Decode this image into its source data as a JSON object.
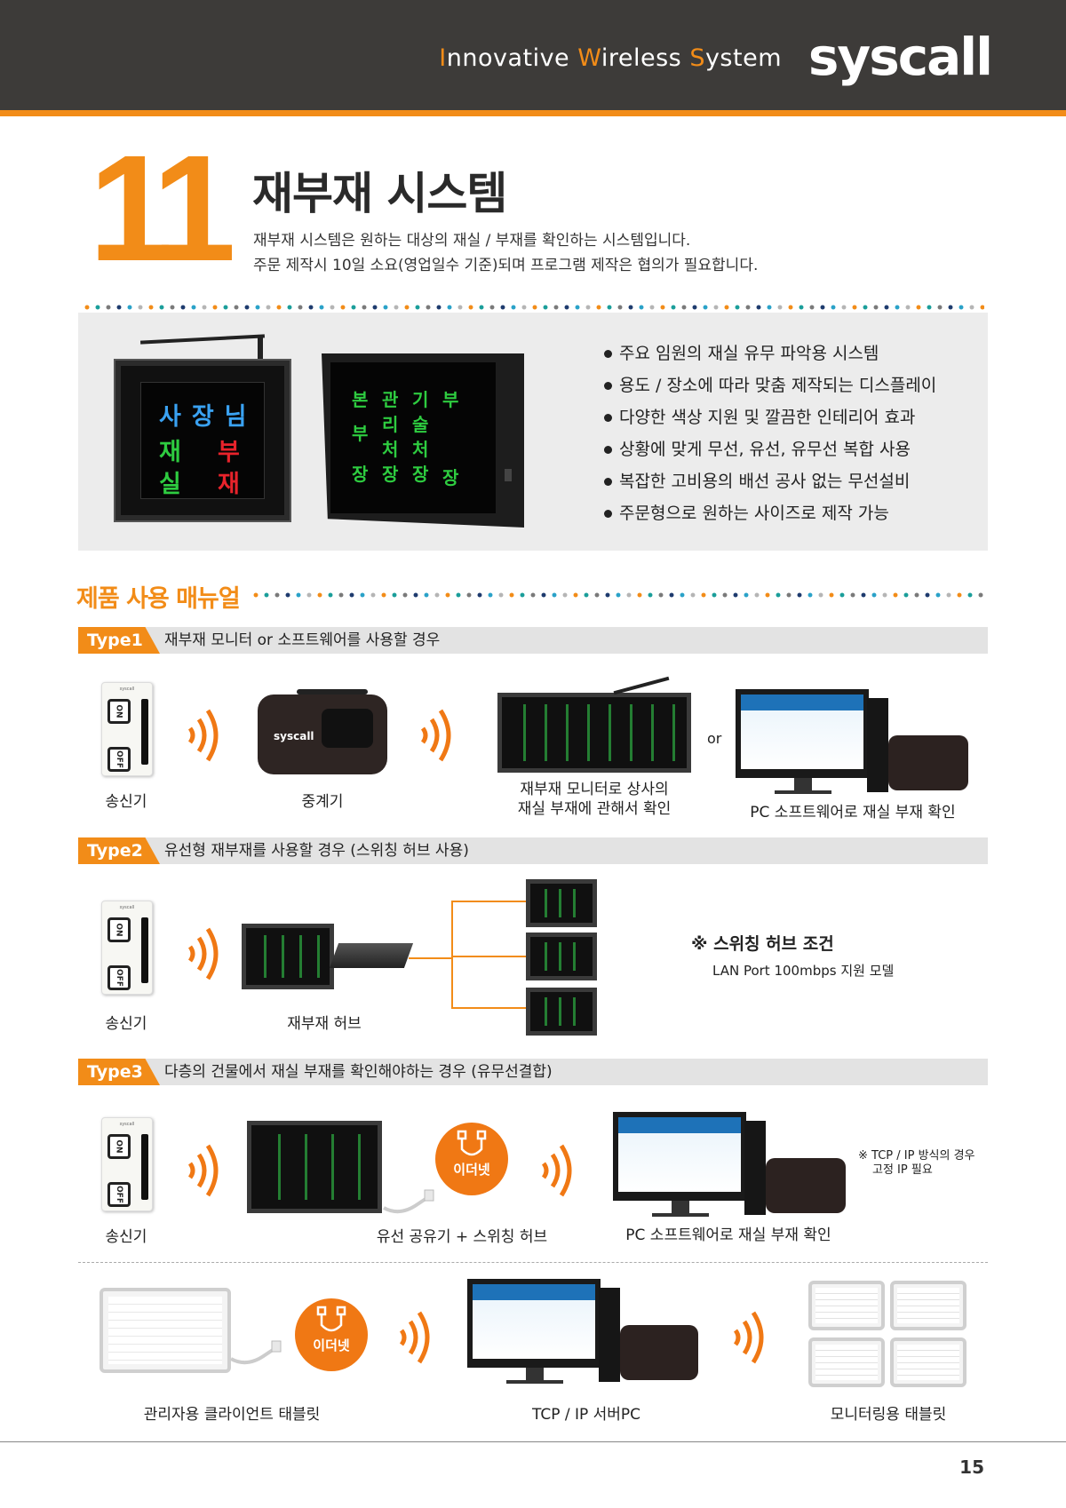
{
  "header": {
    "tagline_parts": [
      "I",
      "nnovative ",
      "W",
      "ireless  ",
      "S",
      "ystem"
    ],
    "logo": "syscall"
  },
  "section": {
    "number": "11",
    "title": "재부재 시스템",
    "desc_line1": "재부재 시스템은 원하는 대상의 재실 / 부재를 확인하는 시스템입니다.",
    "desc_line2": "주문 제작시 10일 소요(영업일수 기준)되며 프로그램 제작은 협의가 필요합니다."
  },
  "device1_text": {
    "row1": "사장님",
    "row2a": "재",
    "row2b": "부",
    "row3a": "실",
    "row3b": "재"
  },
  "device2_text": {
    "col1": [
      "본",
      "부",
      "장"
    ],
    "col2": [
      "관",
      "리",
      "처",
      "장"
    ],
    "col3": [
      "기",
      "술",
      "처",
      "장"
    ],
    "col4": [
      "부",
      "장"
    ]
  },
  "features": [
    "주요 임원의 재실 유무 파악용 시스템",
    "용도 / 장소에 따라 맞춤 제작되는 디스플레이",
    "다양한 색상 지원 및 깔끔한 인테리어 효과",
    "상황에 맞게 무선, 유선, 유무선 복합 사용",
    "복잡한 고비용의 배선 공사 없는 무선설비",
    "주문형으로 원하는 사이즈로 제작 가능"
  ],
  "manual": {
    "title": "제품 사용 매뉴얼"
  },
  "type1": {
    "tag": "Type1",
    "text": "재부재 모니터 or 소프트웨어를 사용할 경우",
    "cap_transmitter": "송신기",
    "cap_relay": "중계기",
    "cap_monitor_l1": "재부재 모니터로 상사의",
    "cap_monitor_l2": "재실 부재에 관해서 확인",
    "or": "or",
    "cap_pc": "PC 소프트웨어로 재실 부재 확인"
  },
  "type2": {
    "tag": "Type2",
    "text": "유선형 재부재를 사용할 경우 (스위칭 허브 사용)",
    "cap_transmitter": "송신기",
    "cap_hub": "재부재 허브",
    "note_title": "※ 스위칭 허브 조건",
    "note_text": "LAN Port 100mbps 지원 모델"
  },
  "type3": {
    "tag": "Type3",
    "text": "다층의 건물에서 재실 부재를 확인해야하는 경우 (유무선결합)",
    "cap_transmitter": "송신기",
    "ether": "이더넷",
    "cap_wired": "유선 공유기 + 스위칭 허브",
    "cap_pc": "PC 소프트웨어로 재실 부재 확인",
    "note_l1": "※ TCP / IP 방식의 경우",
    "note_l2": "고정 IP 필요"
  },
  "bottom": {
    "ether": "이더넷",
    "cap_admin": "관리자용 클라이언트 태블릿",
    "cap_server": "TCP / IP 서버PC",
    "cap_monitor": "모니터링용 태블릿"
  },
  "remote": {
    "on": "ON",
    "off": "OFF",
    "brand": "syscall"
  },
  "relay_logo": "syscall",
  "page_number": "15",
  "colors": {
    "accent": "#f28c18",
    "header_bg": "#3d3b39",
    "led_green": "#35d84f"
  }
}
